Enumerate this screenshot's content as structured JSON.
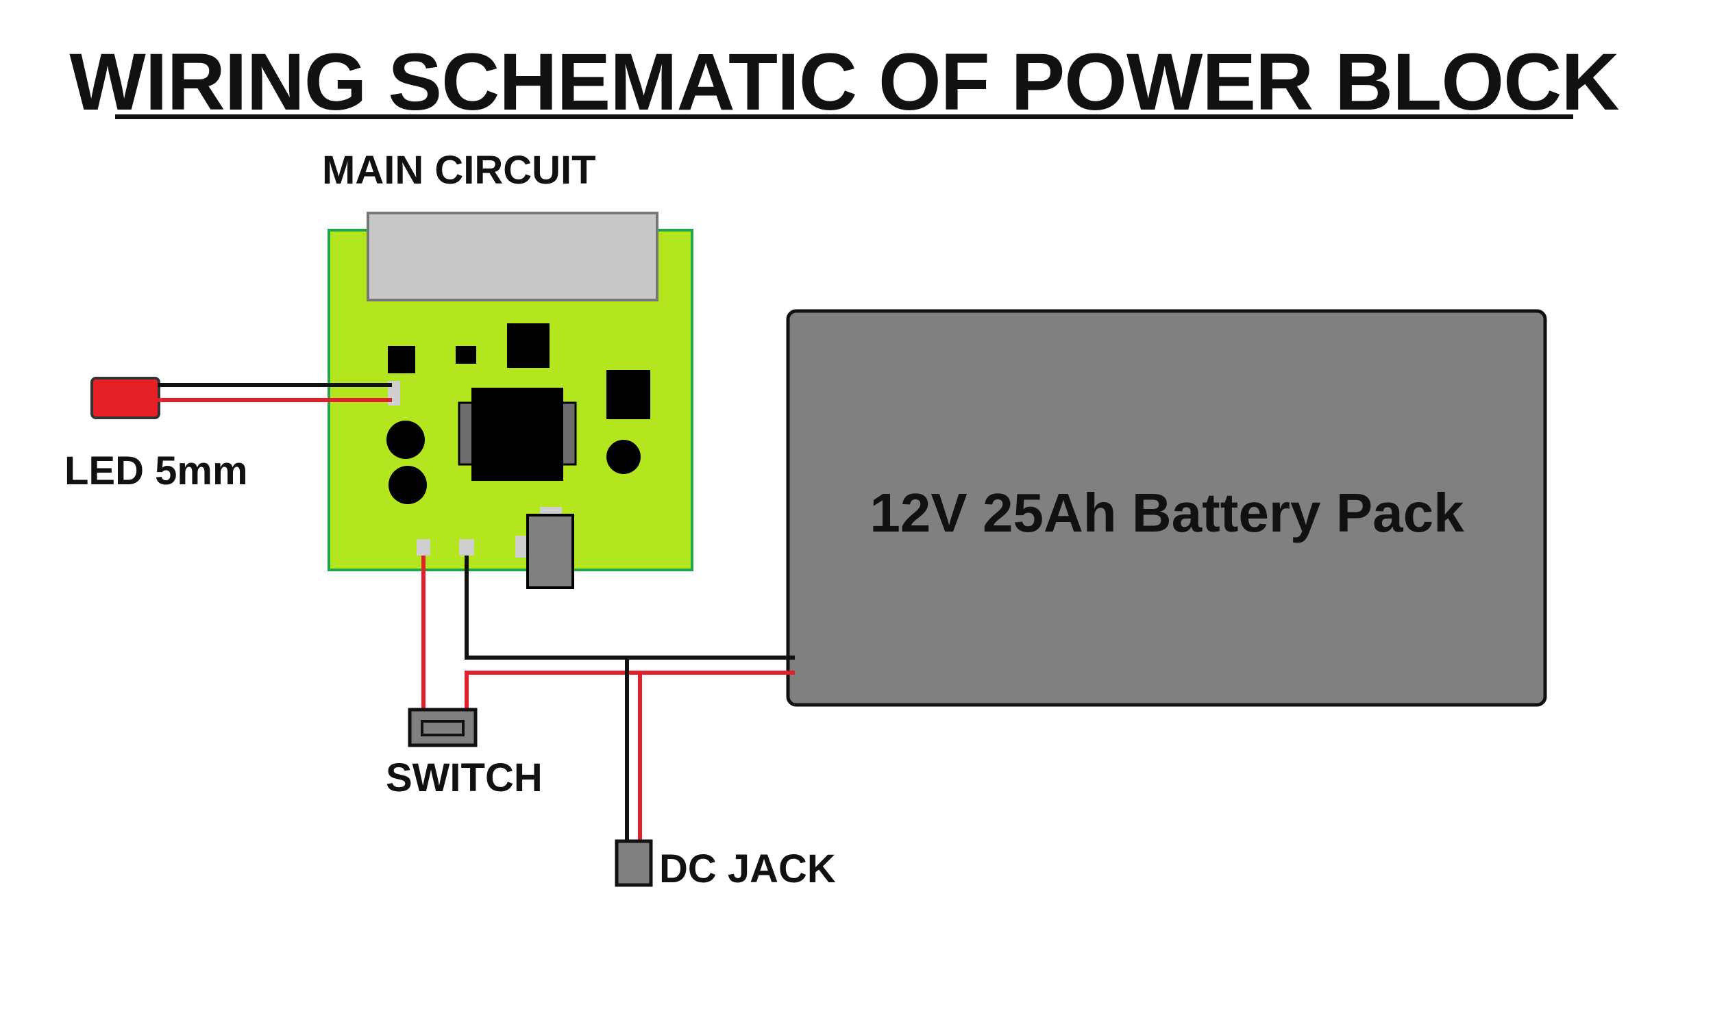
{
  "title": "WIRING SCHEMATIC OF POWER BLOCK",
  "labels": {
    "main_circuit": "MAIN CIRCUIT",
    "led": "LED 5mm",
    "switch": "SWITCH",
    "dc_jack": "DC JACK",
    "battery": "12V 25Ah Battery Pack"
  },
  "colors": {
    "board": "#b3e61e",
    "board_border": "#23a64a",
    "wire_red": "#e0202a",
    "wire_black": "#111111",
    "battery": "#808080",
    "component_black": "#000000",
    "gray_part": "#c8c8c8",
    "led_red": "#e52026"
  }
}
